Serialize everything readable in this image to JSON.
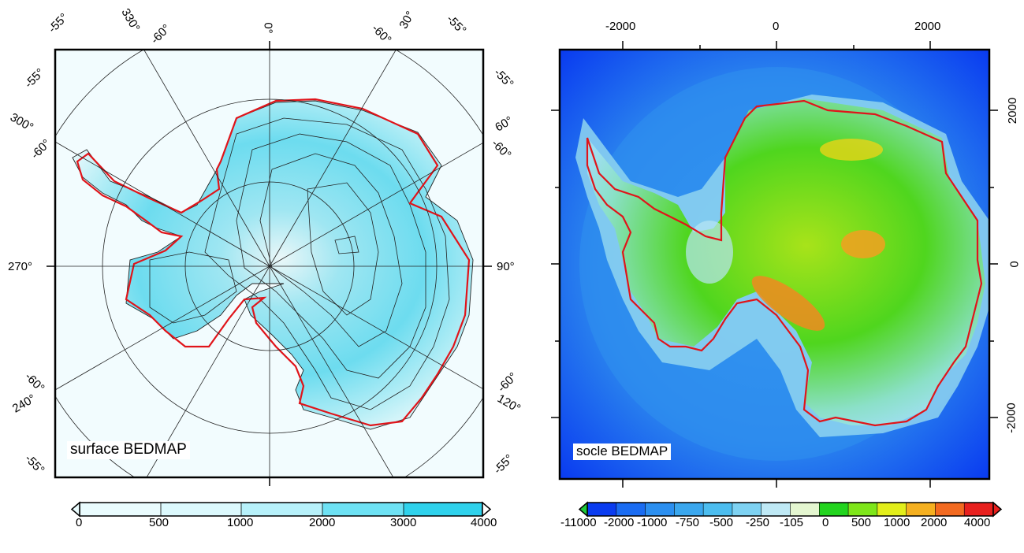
{
  "left_map": {
    "label": "surface BEDMAP",
    "longitude_labels": [
      "330°",
      "0°",
      "30°",
      "300°",
      "60°",
      "270°",
      "90°",
      "240°",
      "120°"
    ],
    "latitude_labels": [
      "-55°",
      "-60°"
    ],
    "colorbar": {
      "ticks": [
        "0",
        "500",
        "1000",
        "2000",
        "3000",
        "4000"
      ],
      "colors": [
        "#eafcfe",
        "#dcf9fd",
        "#b7f1fa",
        "#6ee2f4",
        "#2fd2ec",
        "#e6f5f8"
      ]
    }
  },
  "right_map": {
    "label": "socle BEDMAP",
    "x_ticks": [
      "-2000",
      "0",
      "2000"
    ],
    "y_ticks": [
      "2000",
      "0",
      "-2000"
    ],
    "colorbar": {
      "ticks": [
        "-11000",
        "-2000",
        "-1000",
        "-750",
        "-500",
        "-250",
        "-105",
        "0",
        "500",
        "1000",
        "2000",
        "4000"
      ],
      "colors": [
        "#0a3cf0",
        "#1a6cf2",
        "#2b8ff0",
        "#3aa7ee",
        "#4cbdef",
        "#7ed2f2",
        "#bfe9f5",
        "#e4f6d0",
        "#22d41e",
        "#7ee61a",
        "#e2ee1a",
        "#f5b020",
        "#f36a20",
        "#e8201e"
      ]
    }
  }
}
